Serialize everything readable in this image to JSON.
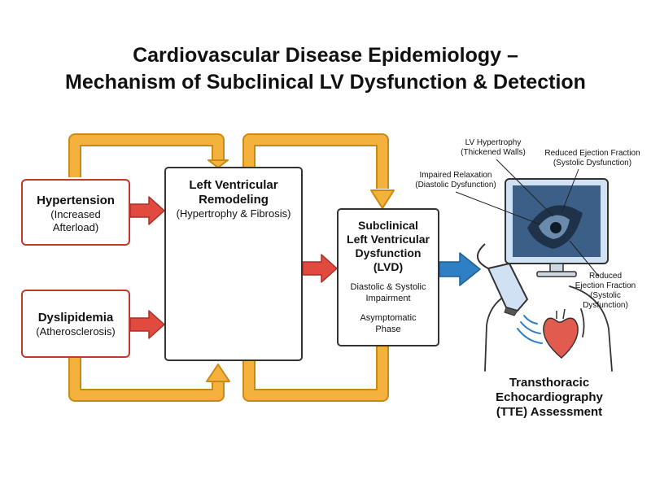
{
  "title": {
    "line1": "Cardiovascular Disease Epidemiology –",
    "line2": "Mechanism of Subclinical LV Dysfunction & Detection"
  },
  "hypertension": {
    "title": "Hypertension",
    "sub1": "(Increased",
    "sub2": "Afterload)"
  },
  "dyslipidemia": {
    "title": "Dyslipidemia",
    "sub": "(Atherosclerosis)"
  },
  "remodeling": {
    "title1": "Left Ventricular",
    "title2": "Remodeling",
    "sub": "(Hypertrophy & Fibrosis)"
  },
  "lvd": {
    "title1": "Subclinical",
    "title2": "Left Ventricular",
    "title3": "Dysfunction",
    "title4": "(LVD)",
    "impair1": "Diastolic & Systolic",
    "impair2": "Impairment",
    "phase1": "Asymptomatic",
    "phase2": "Phase"
  },
  "echo_labels": {
    "lvh1": "LV Hypertrophy",
    "lvh2": "(Thickened Walls)",
    "ref_top1": "Reduced Ejection Fraction",
    "ref_top2": "(Systolic Dysfunction)",
    "relax1": "Impaired Relaxation",
    "relax2": "(Diastolic Dysfunction)",
    "ref_low1": "Reduced",
    "ref_low2": "Ejection Fraction",
    "ref_low3": "(Systolic",
    "ref_low4": "Dysfunction)"
  },
  "tte": {
    "line1": "Transthoracic",
    "line2": "Echocardiography",
    "line3": "(TTE) Assessment"
  },
  "colors": {
    "loop_arrow": "#f4b13d",
    "loop_edge": "#c98a14",
    "red_arrow": "#e04a3f",
    "blue_arrow": "#2e7fc4",
    "heart": "#e25b4f",
    "monitor_screen": "#3b5f86"
  },
  "icons": [
    "heart-illustration-icon",
    "ultrasound-probe-icon",
    "monitor-icon",
    "torso-icon"
  ]
}
